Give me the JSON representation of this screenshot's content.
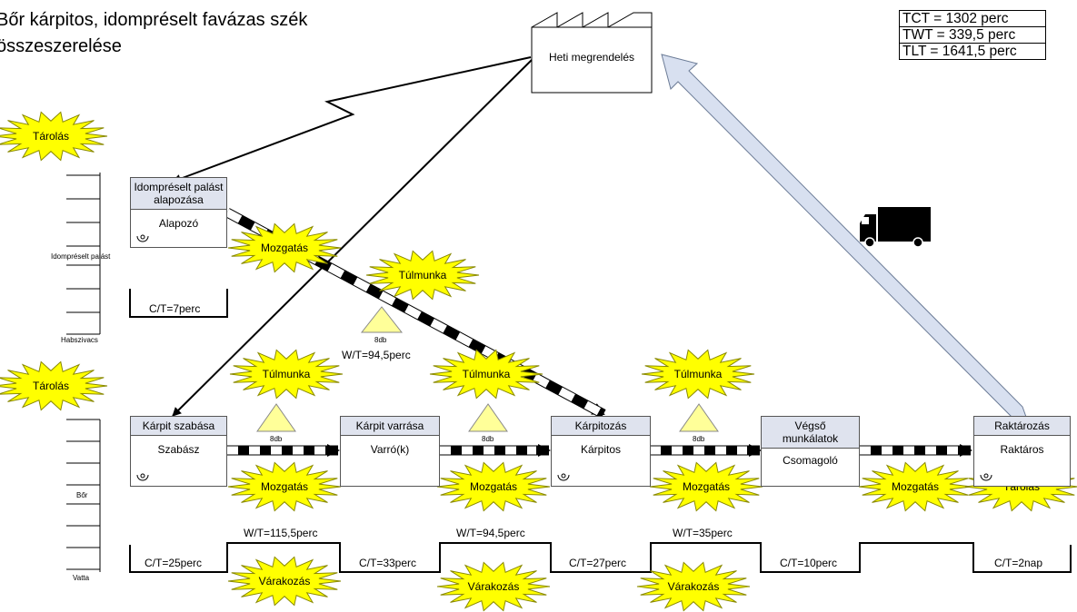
{
  "title_lines": [
    "Bőr kárpitos, idompréselt favázas szék",
    "összeszerelése"
  ],
  "metrics": [
    "TCT = 1302 perc",
    "TWT = 339,5 perc",
    "TLT = 1641,5 perc"
  ],
  "customer": "Heti megrendelés",
  "processes": [
    {
      "header": "Idompréselt palást alapozása",
      "operator": "Alapozó"
    },
    {
      "header": "Kárpit szabása",
      "operator": "Szabász"
    },
    {
      "header": "Kárpit varrása",
      "operator": "Varró(k)"
    },
    {
      "header": "Kárpitozás",
      "operator": "Kárpitos"
    },
    {
      "header": "Végső munkálatok",
      "operator": "Csomagoló"
    },
    {
      "header": "Raktározás",
      "operator": "Raktáros"
    }
  ],
  "shelf_labels": [
    "Idompréselt palást",
    "Habszivacs",
    "Bőr",
    "Vatta"
  ],
  "ct_top": "C/T=7perc",
  "ct_values": [
    "C/T=25perc",
    "C/T=33perc",
    "C/T=27perc",
    "C/T=10perc",
    "C/T=2nap"
  ],
  "wt_top": "W/T=94,5perc",
  "wt_values": [
    "W/T=115,5perc",
    "W/T=94,5perc",
    "W/T=35perc"
  ],
  "inventory_label": "8db",
  "waste": {
    "storage": "Tárolás",
    "transport": "Mozgatás",
    "overprocessing": "Túlmunka",
    "waiting": "Várakozás"
  },
  "colors": {
    "burst_fill": "#ffff00",
    "burst_stroke": "#888800",
    "header_fill": "#dfe3ee",
    "inventory_fill": "#ffff99",
    "return_arrow": "#d8e0f0"
  }
}
